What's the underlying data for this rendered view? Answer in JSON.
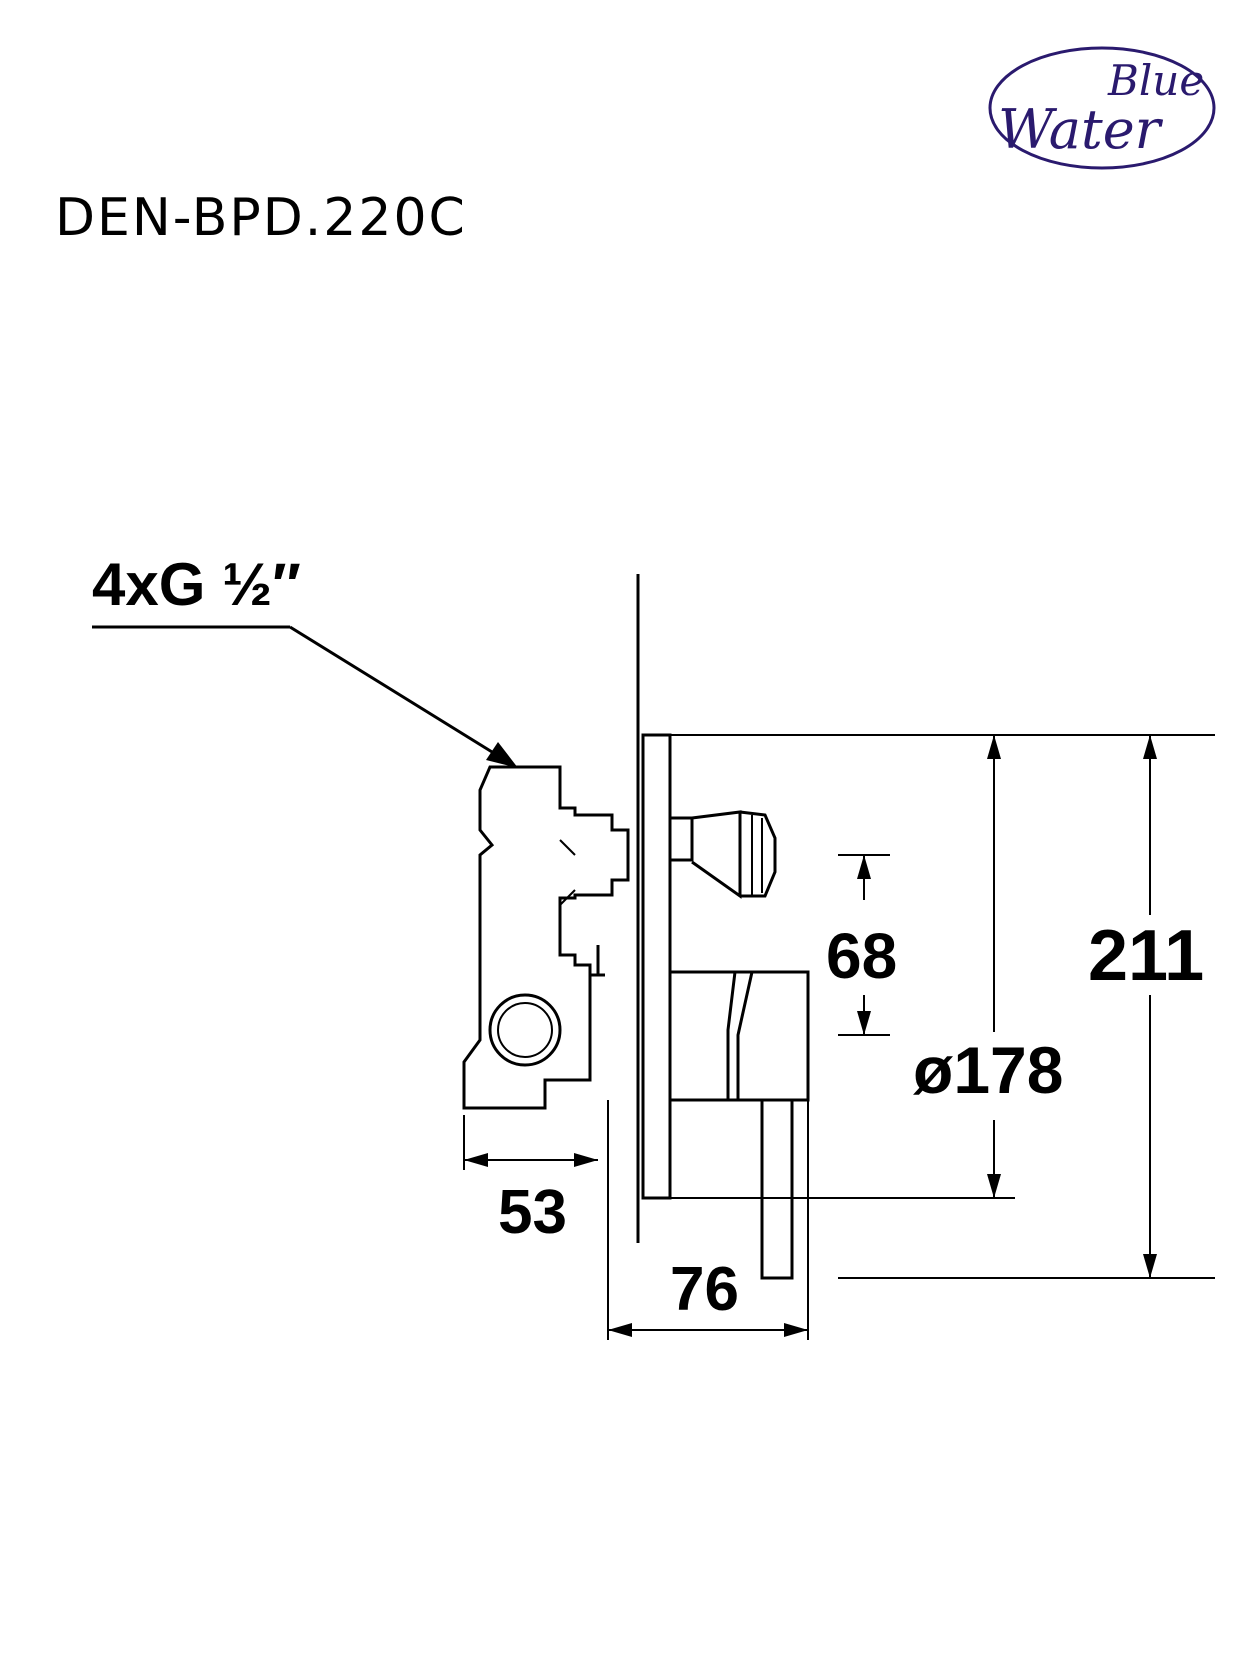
{
  "brand": {
    "logo_line1": "Blue",
    "logo_line2": "Water",
    "color": "#2a1a6e"
  },
  "model_code": "DEN-BPD.220C",
  "callout": {
    "thread_label": "4xG ½″"
  },
  "dimensions": {
    "body_depth": "53",
    "front_depth": "76",
    "lever_spacing": "68",
    "plate_diameter": "ø178",
    "total_height": "211"
  }
}
